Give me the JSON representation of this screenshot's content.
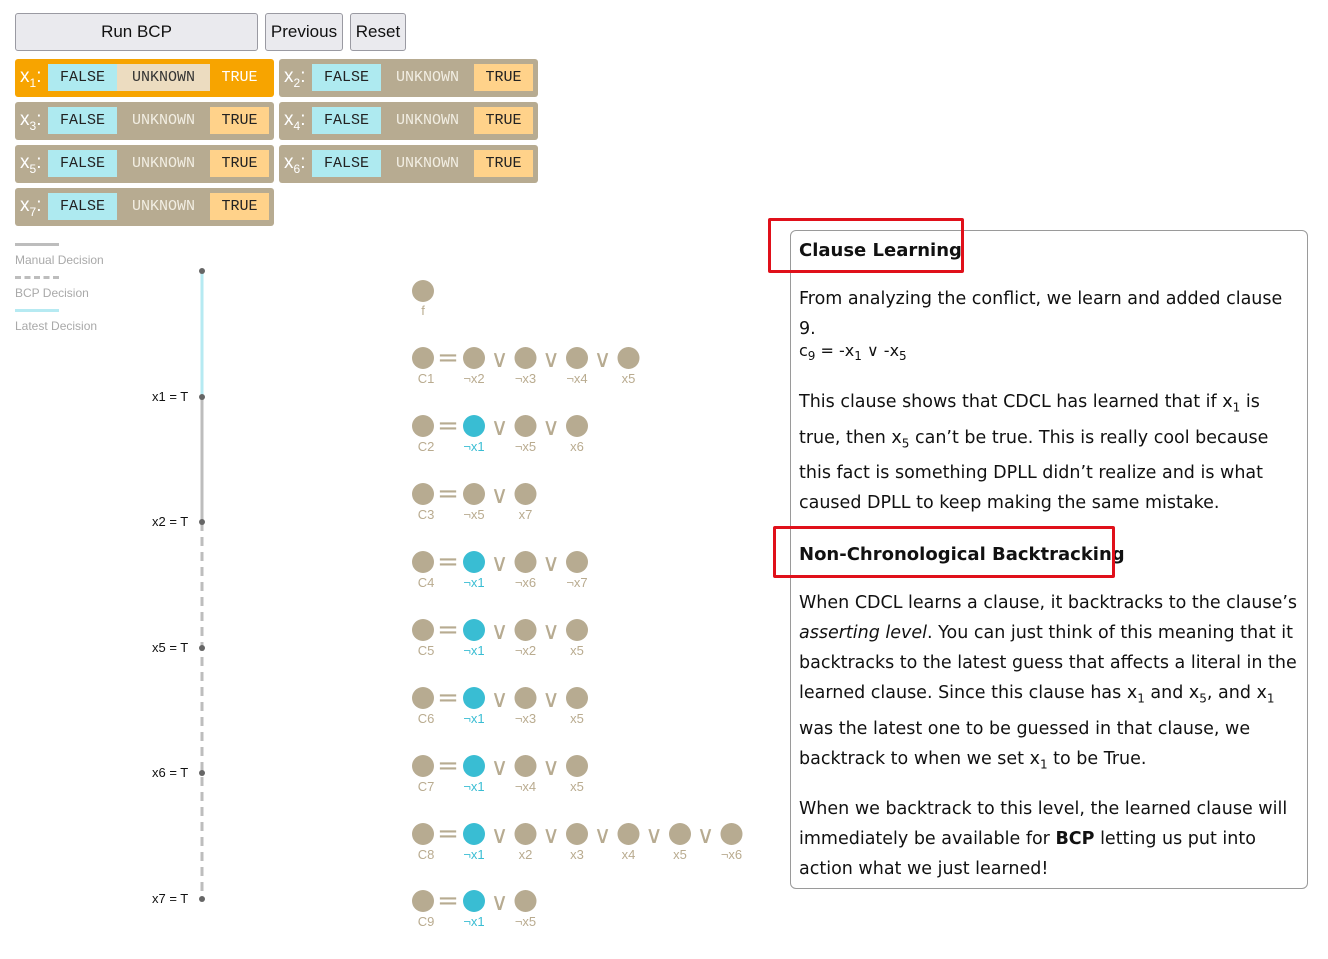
{
  "toolbar": {
    "run_bcp": "Run BCP",
    "previous": "Previous",
    "reset": "Reset"
  },
  "variables": [
    {
      "name": "x",
      "index": "1",
      "options": [
        "FALSE",
        "UNKNOWN",
        "TRUE"
      ],
      "selected": "TRUE",
      "active": true
    },
    {
      "name": "x",
      "index": "2",
      "options": [
        "FALSE",
        "UNKNOWN",
        "TRUE"
      ],
      "selected": "TRUE",
      "active": false
    },
    {
      "name": "x",
      "index": "3",
      "options": [
        "FALSE",
        "UNKNOWN",
        "TRUE"
      ],
      "selected": "TRUE",
      "active": false
    },
    {
      "name": "x",
      "index": "4",
      "options": [
        "FALSE",
        "UNKNOWN",
        "TRUE"
      ],
      "selected": "TRUE",
      "active": false
    },
    {
      "name": "x",
      "index": "5",
      "options": [
        "FALSE",
        "UNKNOWN",
        "TRUE"
      ],
      "selected": "TRUE",
      "active": false
    },
    {
      "name": "x",
      "index": "6",
      "options": [
        "FALSE",
        "UNKNOWN",
        "TRUE"
      ],
      "selected": "TRUE",
      "active": false
    },
    {
      "name": "x",
      "index": "7",
      "options": [
        "FALSE",
        "UNKNOWN",
        "TRUE"
      ],
      "selected": "TRUE",
      "active": false
    }
  ],
  "legend": {
    "manual": "Manual Decision",
    "bcp": "BCP Decision",
    "latest": "Latest Decision"
  },
  "timeline": [
    "x1 = T",
    "x2 = T",
    "x5 = T",
    "x6 = T",
    "x7 = T"
  ],
  "clauses": {
    "result": {
      "label": "f"
    },
    "rows": [
      {
        "label": "C1",
        "literals": [
          {
            "text": "¬x2",
            "hl": false
          },
          {
            "text": "¬x3",
            "hl": false
          },
          {
            "text": "¬x4",
            "hl": false
          },
          {
            "text": "x5",
            "hl": false
          }
        ]
      },
      {
        "label": "C2",
        "literals": [
          {
            "text": "¬x1",
            "hl": true
          },
          {
            "text": "¬x5",
            "hl": false
          },
          {
            "text": "x6",
            "hl": false
          }
        ]
      },
      {
        "label": "C3",
        "literals": [
          {
            "text": "¬x5",
            "hl": false
          },
          {
            "text": "x7",
            "hl": false
          }
        ]
      },
      {
        "label": "C4",
        "literals": [
          {
            "text": "¬x1",
            "hl": true
          },
          {
            "text": "¬x6",
            "hl": false
          },
          {
            "text": "¬x7",
            "hl": false
          }
        ]
      },
      {
        "label": "C5",
        "literals": [
          {
            "text": "¬x1",
            "hl": true
          },
          {
            "text": "¬x2",
            "hl": false
          },
          {
            "text": "x5",
            "hl": false
          }
        ]
      },
      {
        "label": "C6",
        "literals": [
          {
            "text": "¬x1",
            "hl": true
          },
          {
            "text": "¬x3",
            "hl": false
          },
          {
            "text": "x5",
            "hl": false
          }
        ]
      },
      {
        "label": "C7",
        "literals": [
          {
            "text": "¬x1",
            "hl": true
          },
          {
            "text": "¬x4",
            "hl": false
          },
          {
            "text": "x5",
            "hl": false
          }
        ]
      },
      {
        "label": "C8",
        "literals": [
          {
            "text": "¬x1",
            "hl": true
          },
          {
            "text": "x2",
            "hl": false
          },
          {
            "text": "x3",
            "hl": false
          },
          {
            "text": "x4",
            "hl": false
          },
          {
            "text": "x5",
            "hl": false
          },
          {
            "text": "¬x6",
            "hl": false
          }
        ]
      },
      {
        "label": "C9",
        "literals": [
          {
            "text": "¬x1",
            "hl": true
          },
          {
            "text": "¬x5",
            "hl": false
          }
        ]
      }
    ]
  },
  "panel": {
    "title1": "Clause Learning",
    "p1": "From analyzing the conflict, we learn and added clause 9.",
    "formula": "c9 = -x1 ∨ -x5",
    "p2": "This clause shows that CDCL has learned that if x1 is true, then x5 can’t be true. This is really cool because this fact is something DPLL didn’t realize and is what caused DPLL to keep making the same mistake.",
    "title2": "Non-Chronological Backtracking",
    "p3_a": "When CDCL learns a clause, it backtracks to the clause’s",
    "p3_em": "asserting level",
    "p3_b": ". You can just think of this meaning that it backtracks to the latest guess that affects a literal in the learned clause. Since this clause has x1 and x5, and x1 was the latest one to be guessed in that clause, we backtrack to when we set x1 to be True.",
    "p4_a": "When we backtrack to this level, the learned clause will immediately be available for",
    "p4_strong": "BCP",
    "p4_b": "letting us put into action what we just learned!"
  },
  "colors": {
    "gold": "#b7ab91",
    "orange": "#f7a400",
    "cyan": "#39bdd3",
    "false_bg": "#aeeaf0",
    "true_bg": "#ffd28a",
    "highlight": "#e0101a"
  }
}
